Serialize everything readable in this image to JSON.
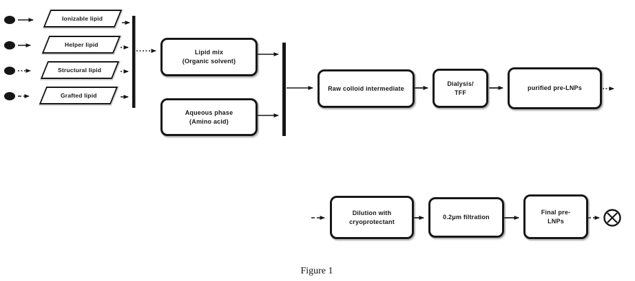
{
  "figure_caption": "Figure 1",
  "colors": {
    "ink": "#161616",
    "background": "#ffffff"
  },
  "lipid_inputs": [
    {
      "label": "Ionizable lipid"
    },
    {
      "label": "Helper lipid"
    },
    {
      "label": "Structural lipid"
    },
    {
      "label": "Grafted lipid"
    }
  ],
  "mix_boxes": [
    {
      "line1": "Lipid mix",
      "line2": "(Organic solvent)"
    },
    {
      "line1": "Aqueous phase",
      "line2": "(Amino acid)"
    }
  ],
  "row1_boxes": [
    {
      "label": "Raw colloid intermediate"
    },
    {
      "line1": "Dialysis/",
      "line2": "TFF"
    },
    {
      "label": "purified pre-LNPs"
    }
  ],
  "row2_boxes": [
    {
      "line1": "Dilution with",
      "line2": "cryoprotectant"
    },
    {
      "label": "0.2μm filtration"
    },
    {
      "line1": "Final pre-",
      "line2": "LNPs"
    }
  ],
  "icons": {
    "source_dot": "filled-black-ellipse",
    "merge_bar": "thick-vertical-bar",
    "end_node": "circle-with-x"
  }
}
